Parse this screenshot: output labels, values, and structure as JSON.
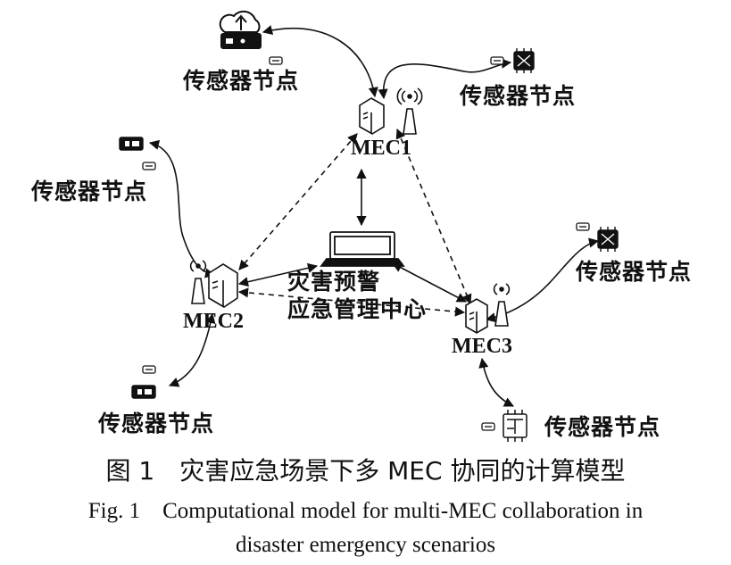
{
  "nodes": {
    "mec1": "MEC1",
    "mec2": "MEC2",
    "mec3": "MEC3",
    "center_line1": "灾害预警",
    "center_line2": "应急管理中心",
    "sensor_top_left": "传感器节点",
    "sensor_top_right": "传感器节点",
    "sensor_left": "传感器节点",
    "sensor_right": "传感器节点",
    "sensor_bottom_left": "传感器节点",
    "sensor_bottom_right": "传感器节点"
  },
  "caption": {
    "zh": "图 1　灾害应急场景下多 MEC 协同的计算模型",
    "en_line1": "Fig. 1　Computational model for multi-MEC collaboration in",
    "en_line2": "disaster emergency scenarios"
  },
  "icons": [
    "cloud-upload-icon",
    "server-icon",
    "antenna-icon",
    "laptop-icon",
    "chip-icon",
    "sensor-device-icon"
  ]
}
